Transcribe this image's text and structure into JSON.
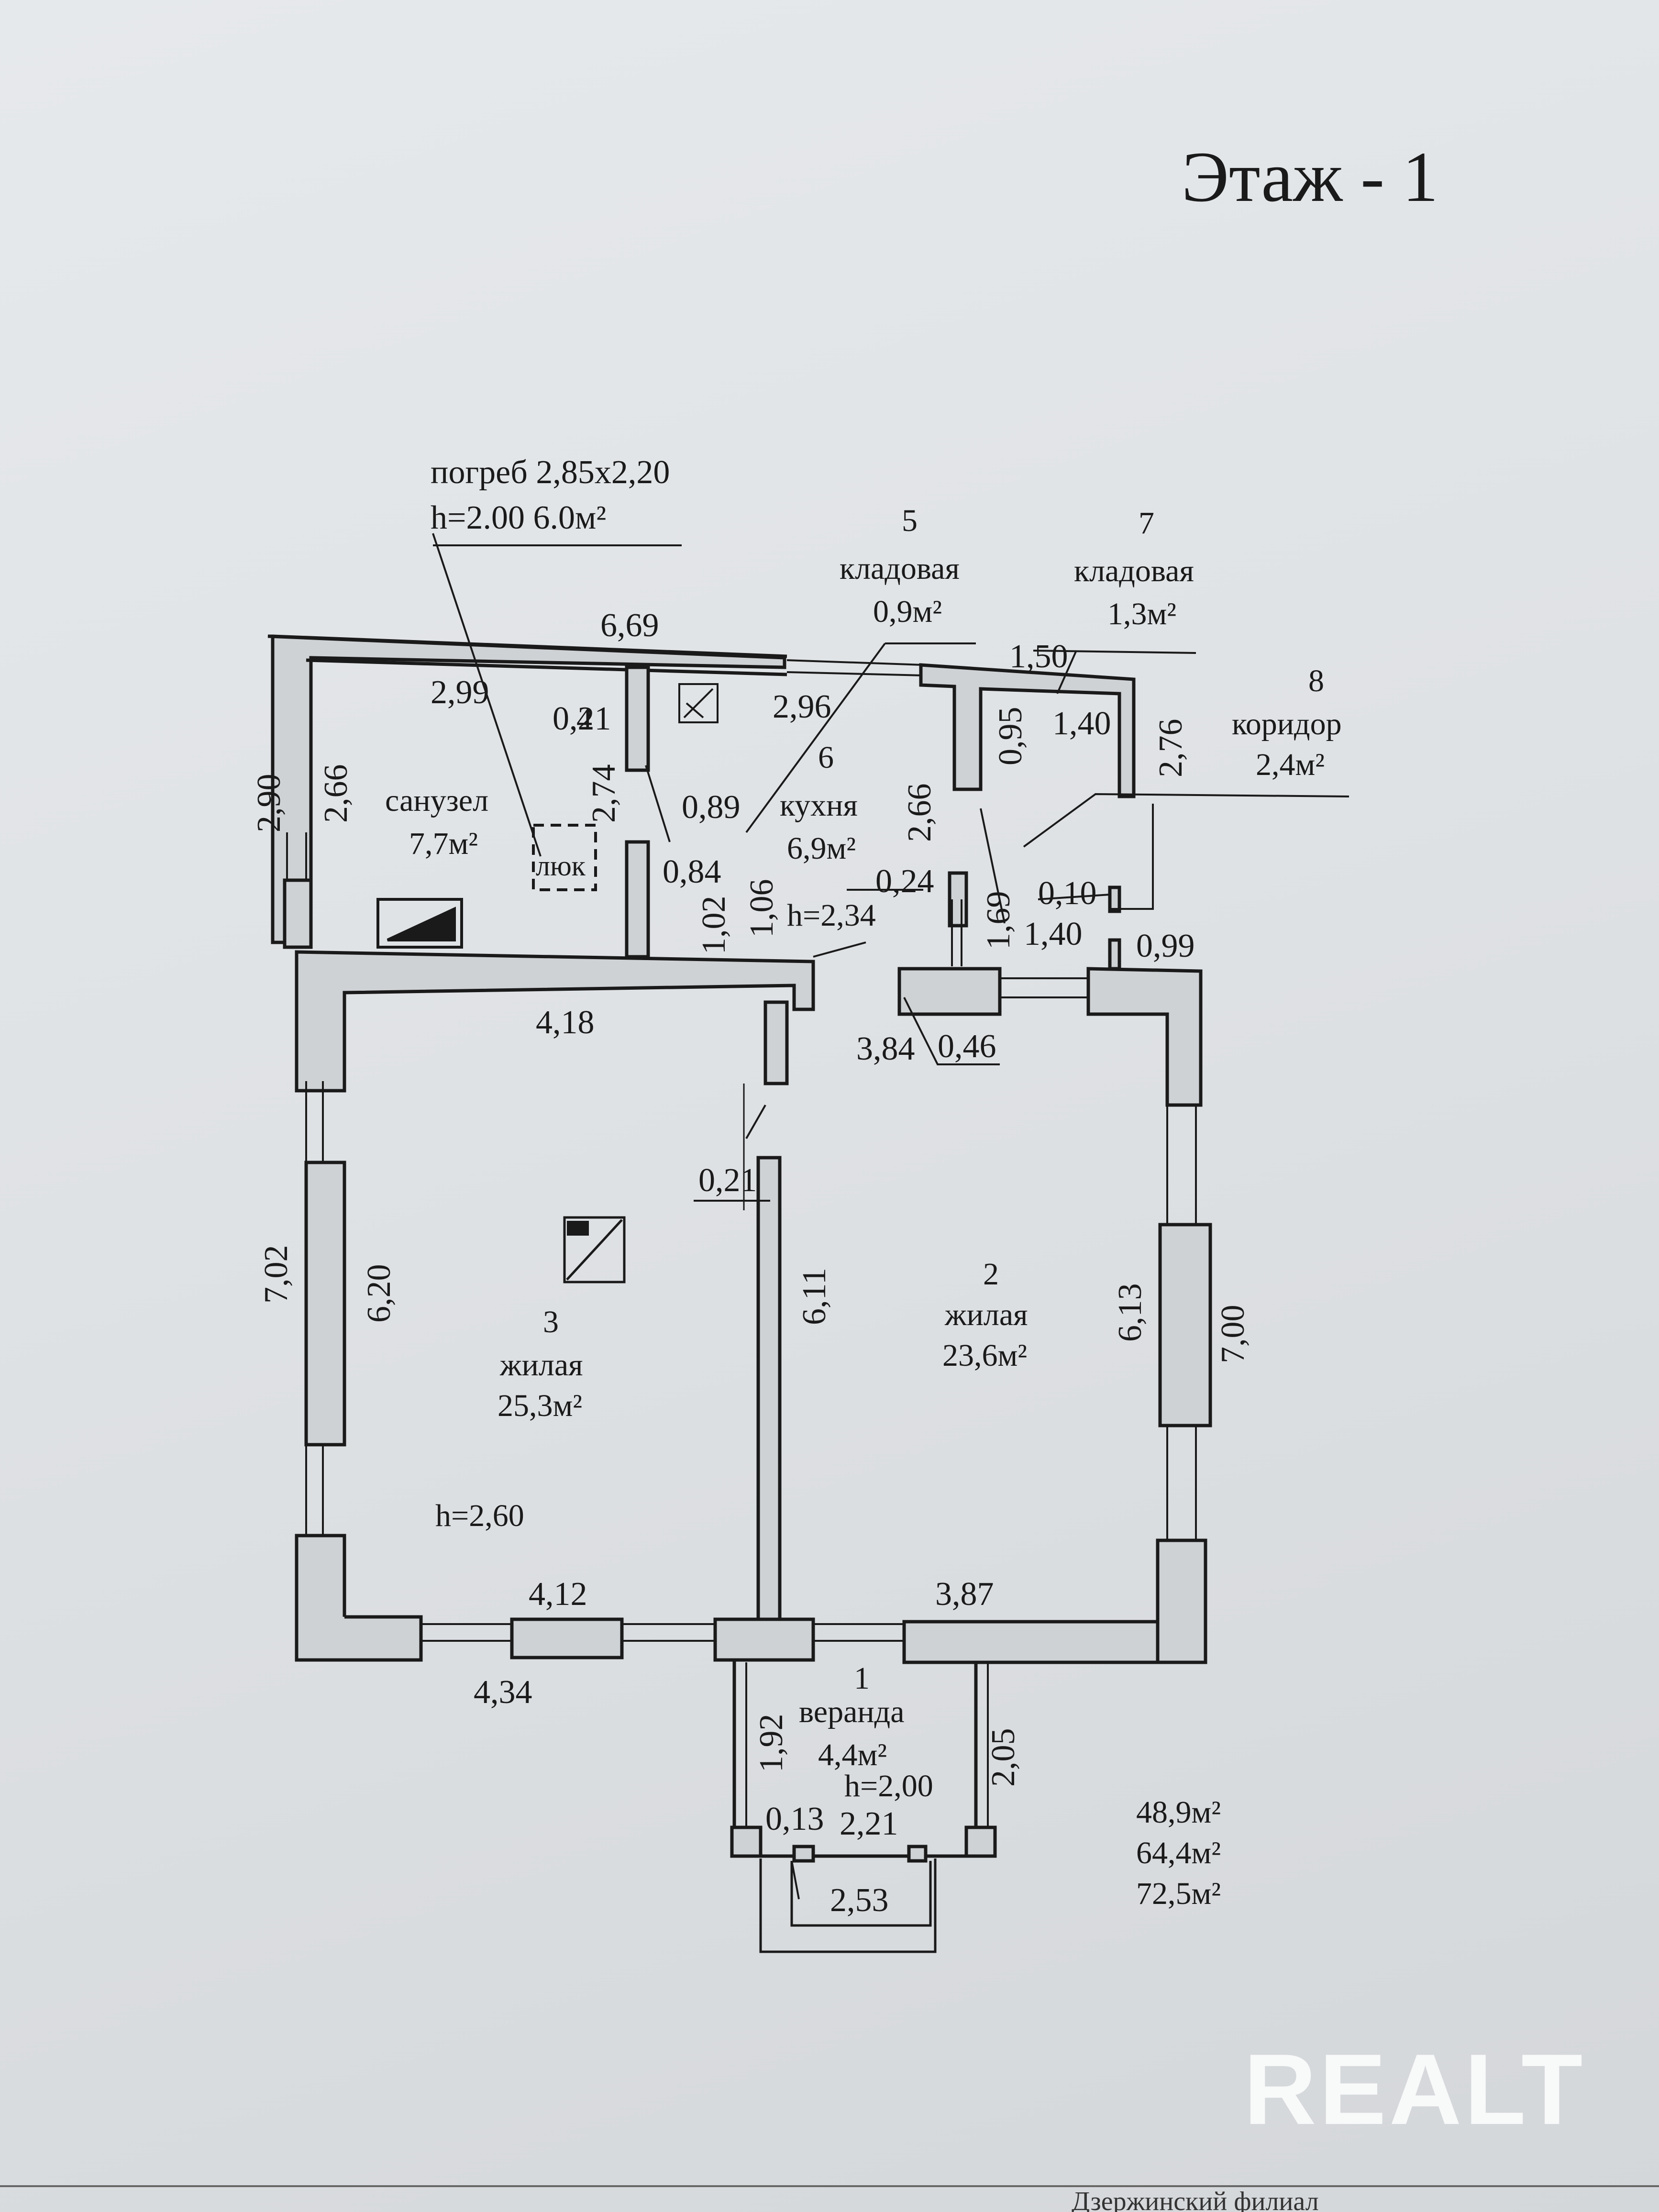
{
  "title": "Этаж - 1",
  "cellar": {
    "line1": "погреб 2,85x2,20",
    "line2": "h=2.00 6.0м²"
  },
  "rooms": {
    "r1": {
      "num": "1",
      "name": "веранда",
      "area": "4,4м²",
      "height": "h=2,00"
    },
    "r2": {
      "num": "2",
      "name": "жилая",
      "area": "23,6м²"
    },
    "r3": {
      "num": "3",
      "name": "жилая",
      "area": "25,3м²",
      "height": "h=2,60"
    },
    "r4": {
      "num": "4",
      "name": "санузел",
      "area": "7,7м²"
    },
    "r5": {
      "num": "5",
      "name": "кладовая",
      "area": "0,9м²"
    },
    "r6": {
      "num": "6",
      "name": "кухня",
      "area": "6,9м²",
      "height": "h=2,34"
    },
    "r7": {
      "num": "7",
      "name": "кладовая",
      "area": "1,3м²"
    },
    "r8": {
      "num": "8",
      "name": "коридор",
      "area": "2,4м²"
    }
  },
  "hatch_label": "люк",
  "dims": {
    "d669": "6,69",
    "d299": "2,99",
    "d296": "2,96",
    "d150": "1,50",
    "d140a": "1,40",
    "d276": "2,76",
    "d290": "2,90",
    "d266a": "2,66",
    "d274": "2,74",
    "d021a": "0,21",
    "d089": "0,89",
    "d084": "0,84",
    "d102": "1,02",
    "d106": "1,06",
    "d266b": "2,66",
    "d095": "0,95",
    "d024": "0,24",
    "d169": "1,69",
    "d010": "0,10",
    "d140b": "1,40",
    "d099": "0,99",
    "d418": "4,18",
    "d384": "3,84",
    "d046": "0,46",
    "d021b": "0,21",
    "d702": "7,02",
    "d620": "6,20",
    "d611": "6,11",
    "d613": "6,13",
    "d700": "7,00",
    "d412": "4,12",
    "d387": "3,87",
    "d434": "4,34",
    "d192": "1,92",
    "d205": "2,05",
    "d013": "0,13",
    "d221": "2,21",
    "d253": "2,53"
  },
  "totals": [
    "48,9м²",
    "64,4м²",
    "72,5м²"
  ],
  "footer_text": "Дзержинский филиал",
  "watermark": "REALT"
}
